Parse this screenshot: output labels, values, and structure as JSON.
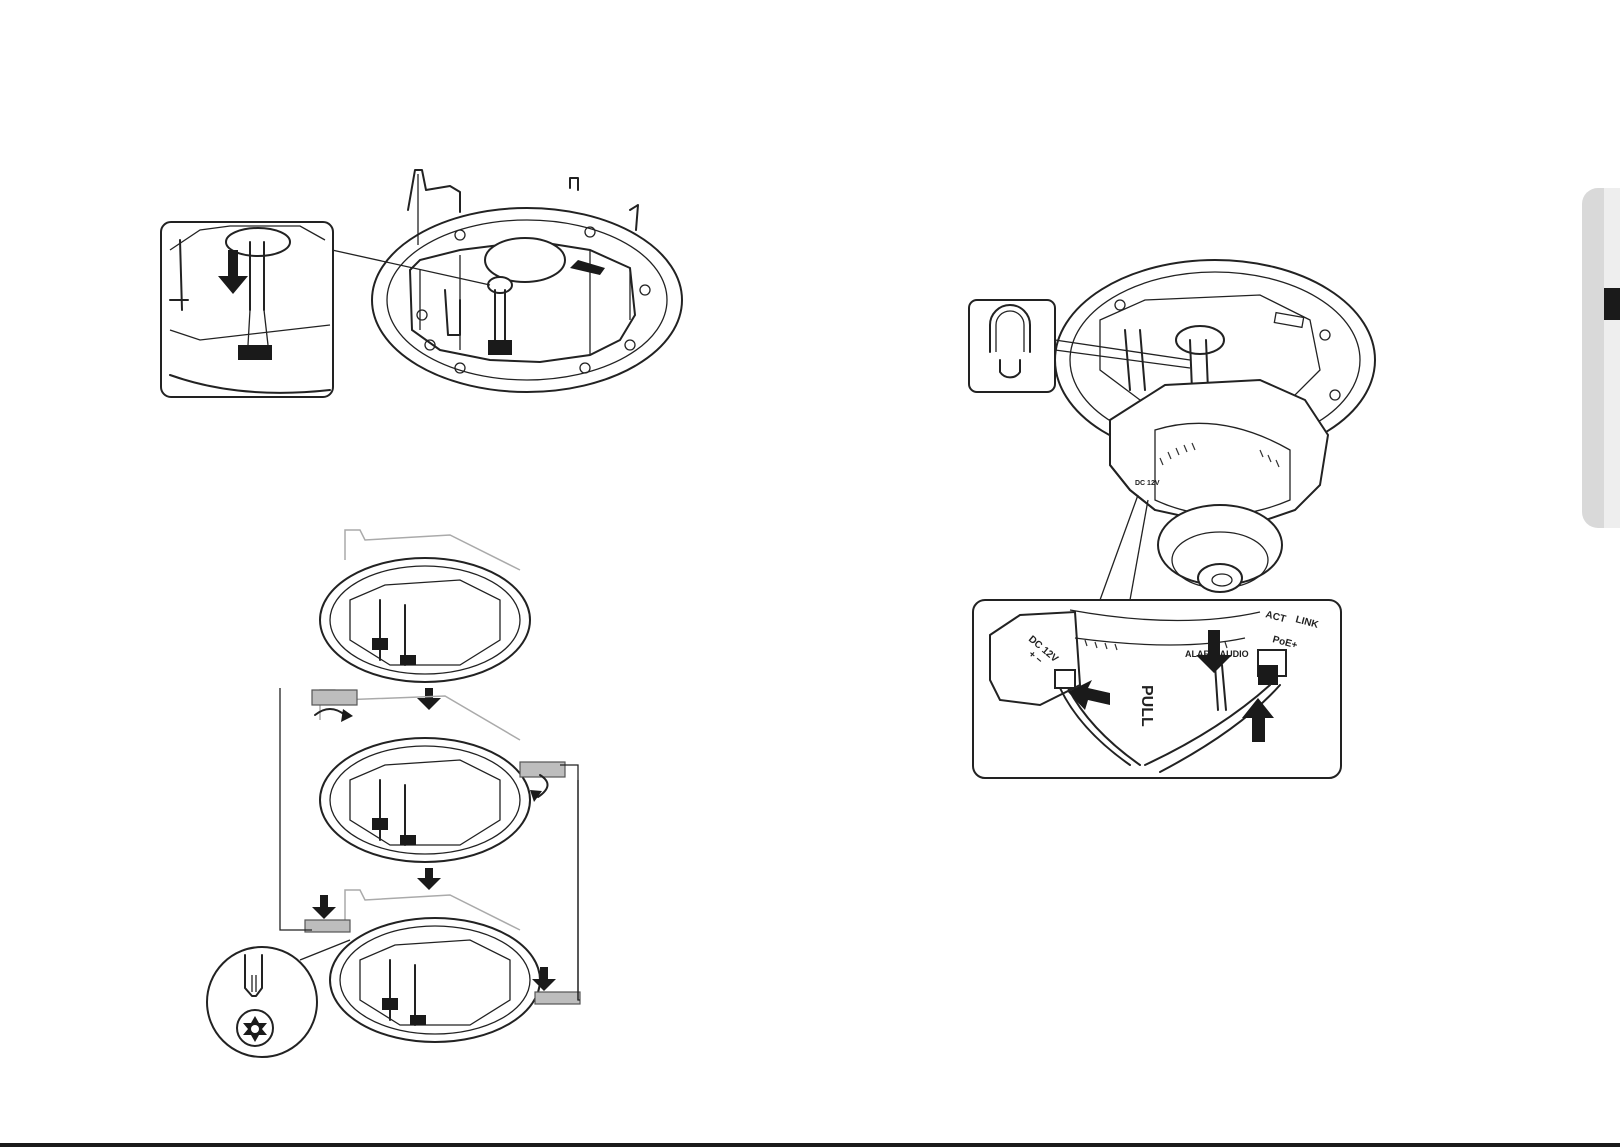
{
  "figures": {
    "top_left": {
      "icon": "cable-hole-detail"
    },
    "bottom_left": {
      "icon": "mounting-sequence"
    },
    "right": {
      "icon": "camera-wiring-detail",
      "port_label_dc": "DC 12V",
      "port_label_polarity": "+ −",
      "port_label_alarm": "ALARM AUDIO",
      "port_label_act": "ACT",
      "port_label_link": "LINK",
      "port_label_poe": "PoE+",
      "tab_label": "PULL",
      "magnet_icon": "magnet-icon"
    },
    "screwdriver_icon": "torx-screwdriver-icon"
  },
  "side_tab": {
    "section_marker": "section-marker"
  },
  "colors": {
    "ink": "#1a1a1a",
    "tab": "#d9d9d9",
    "paper": "#ffffff"
  }
}
